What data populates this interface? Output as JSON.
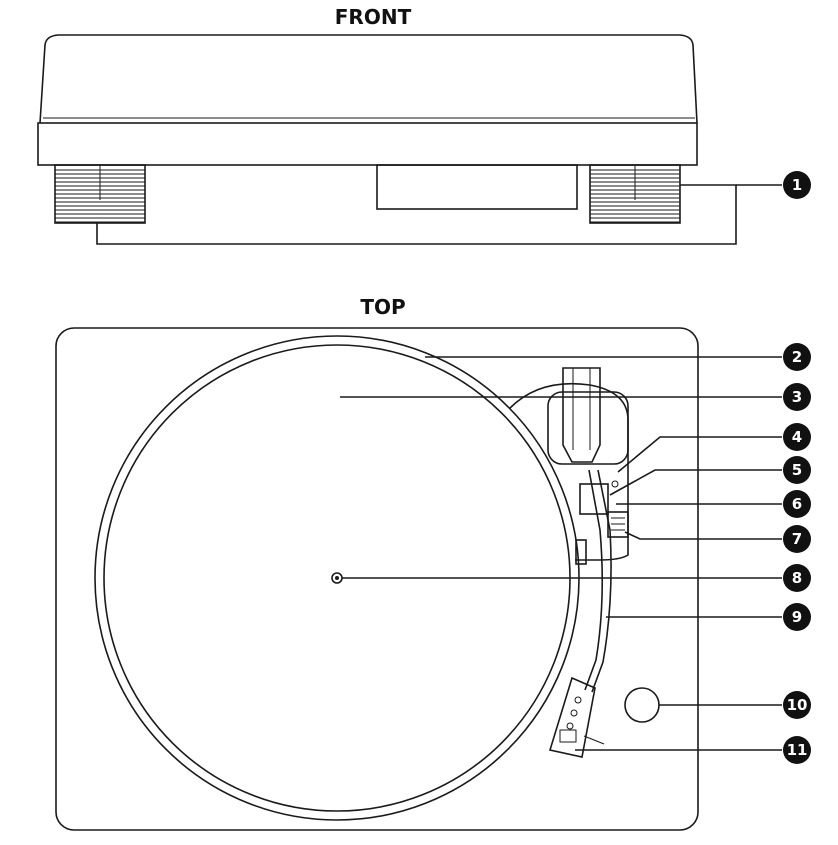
{
  "headings": {
    "front": "FRONT",
    "top": "TOP"
  },
  "callouts": [
    "1",
    "2",
    "3",
    "4",
    "5",
    "6",
    "7",
    "8",
    "9",
    "10",
    "11"
  ]
}
